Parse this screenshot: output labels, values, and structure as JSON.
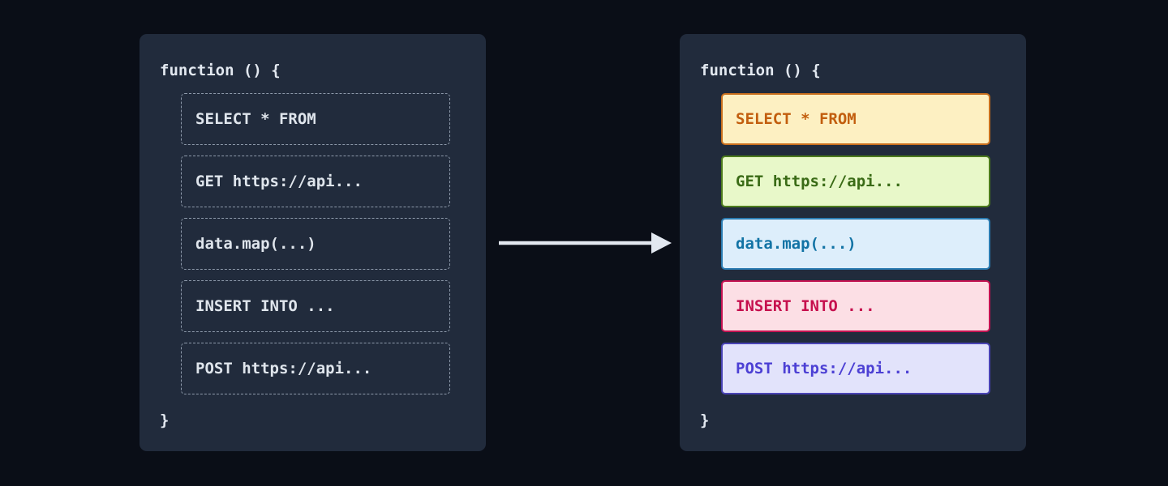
{
  "colors": {
    "page_bg": "#0a0e17",
    "panel_bg": "#212b3c",
    "code_text": "#e2e8f0",
    "dashed_border": "#8e9aab",
    "dashed_text": "#dfe5ec",
    "arrow": "#e2e8f0"
  },
  "left_panel": {
    "header": "function () {",
    "footer": "}",
    "blocks": [
      {
        "name": "select-from-block",
        "label": "SELECT * FROM"
      },
      {
        "name": "get-request-block",
        "label": "GET https://api..."
      },
      {
        "name": "data-map-block",
        "label": "data.map(...)"
      },
      {
        "name": "insert-into-block",
        "label": "INSERT INTO ..."
      },
      {
        "name": "post-request-block",
        "label": "POST https://api..."
      }
    ]
  },
  "right_panel": {
    "header": "function () {",
    "footer": "}",
    "blocks": [
      {
        "name": "select-from-block",
        "label": "SELECT * FROM",
        "bg": "#fdf0c2",
        "border": "#c96f1d",
        "text": "#c25e0e"
      },
      {
        "name": "get-request-block",
        "label": "GET https://api...",
        "bg": "#e8f8c9",
        "border": "#4d7c1d",
        "text": "#3a6b16"
      },
      {
        "name": "data-map-block",
        "label": "data.map(...)",
        "bg": "#ddeefb",
        "border": "#2b7cb2",
        "text": "#1273a5"
      },
      {
        "name": "insert-into-block",
        "label": "INSERT INTO ...",
        "bg": "#fcdfe5",
        "border": "#c41352",
        "text": "#c6104e"
      },
      {
        "name": "post-request-block",
        "label": "POST https://api...",
        "bg": "#e2e3fb",
        "border": "#4a44b5",
        "text": "#4c40d4"
      }
    ]
  },
  "arrow": {
    "direction": "right"
  }
}
